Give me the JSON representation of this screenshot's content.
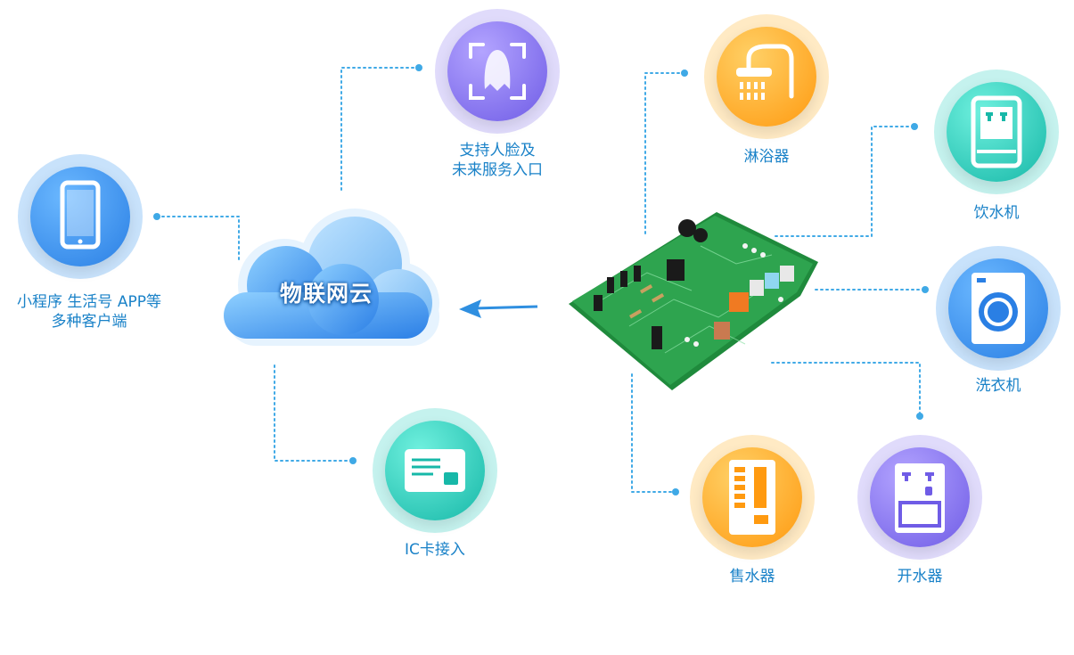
{
  "cloud": {
    "label": "物联网云"
  },
  "nodes": {
    "phone": {
      "label_lines": [
        "小程序 生活号 APP等",
        "多种客户端"
      ],
      "icon": "smartphone-icon",
      "color": "#3a97f0"
    },
    "face": {
      "label_lines": [
        "支持人脸及",
        "未来服务入口"
      ],
      "icon": "face-recognition-icon",
      "color": "#8f7cf2"
    },
    "card": {
      "label_lines": [
        "IC卡接入"
      ],
      "icon": "ic-card-icon",
      "color": "#2fd1c2"
    },
    "shower": {
      "label_lines": [
        "淋浴器"
      ],
      "icon": "shower-icon",
      "color": "#ffb42a"
    },
    "dispenser": {
      "label_lines": [
        "饮水机"
      ],
      "icon": "water-dispenser-icon",
      "color": "#2fd1c2"
    },
    "washer": {
      "label_lines": [
        "洗衣机"
      ],
      "icon": "washing-machine-icon",
      "color": "#3a97f0"
    },
    "vending": {
      "label_lines": [
        "售水器"
      ],
      "icon": "water-vending-icon",
      "color": "#ffb42a"
    },
    "boiler": {
      "label_lines": [
        "开水器"
      ],
      "icon": "water-boiler-icon",
      "color": "#8f7cf2"
    }
  },
  "colors": {
    "label_text": "#1a82c8",
    "connector": "#3fa9e6",
    "pcb_green": "#2ea44f"
  },
  "pcb": {
    "icon": "circuit-board-icon"
  }
}
